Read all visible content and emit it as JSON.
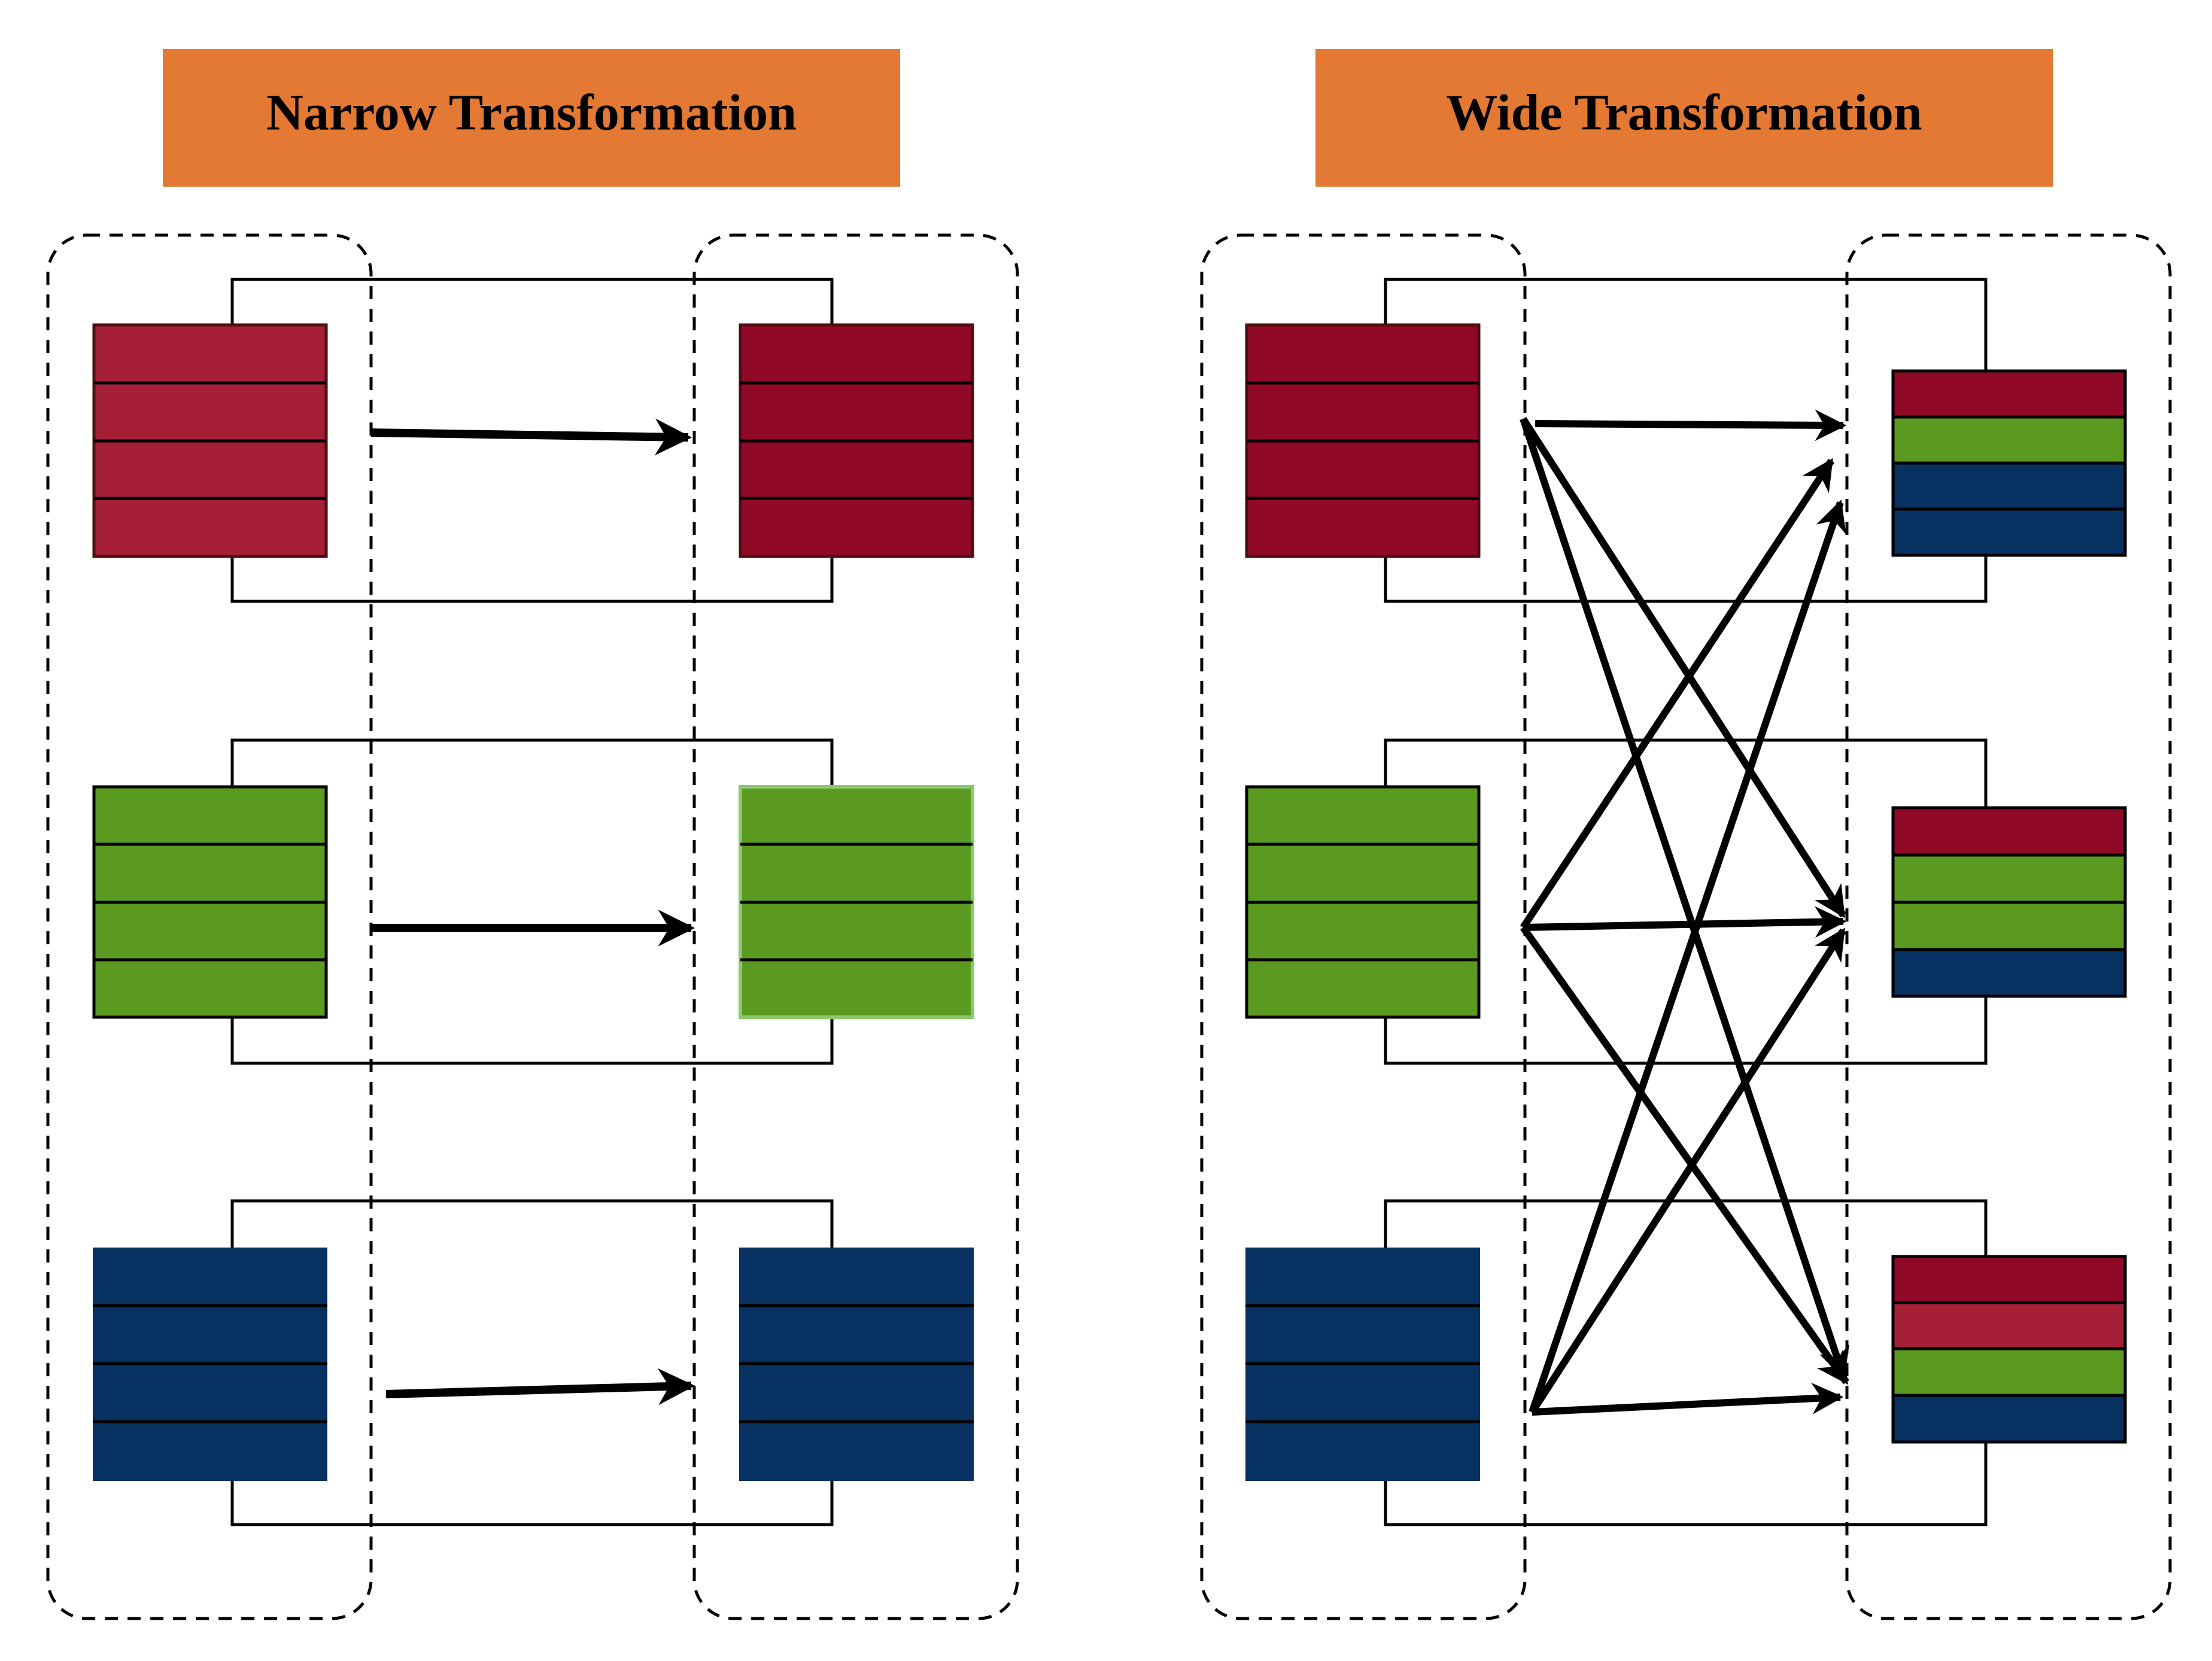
{
  "titles": {
    "narrow": "Narrow Transformation",
    "wide": "Wide Transformation"
  },
  "colors": {
    "title_bg": "#E37932",
    "red": "#900A27",
    "red_light": "#A51F37",
    "green": "#5A9A20",
    "green_border": "#8CC870",
    "blue": "#063161",
    "line": "#000000"
  },
  "narrow": {
    "rows": [
      {
        "source_color": "red_light",
        "target_color": "red",
        "target_border": "#4A1010"
      },
      {
        "source_color": "green",
        "target_color": "green",
        "target_border": "green_border"
      },
      {
        "source_color": "blue",
        "target_color": "blue",
        "target_border": "none"
      }
    ]
  },
  "wide": {
    "source_colors": [
      "red",
      "green",
      "blue"
    ],
    "target_stripes": [
      [
        "red",
        "green",
        "blue",
        "blue"
      ],
      [
        "red",
        "green",
        "green",
        "blue"
      ],
      [
        "red",
        "red_light",
        "green",
        "blue"
      ]
    ],
    "shuffle": "each source partition sends an arrow to every target partition"
  }
}
